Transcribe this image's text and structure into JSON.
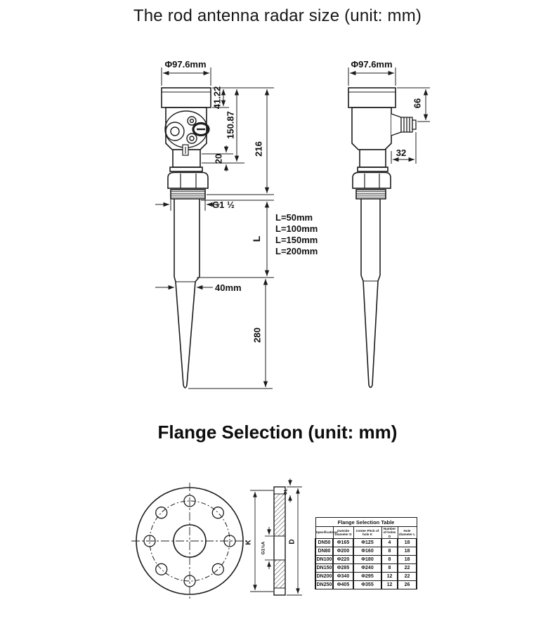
{
  "page": {
    "title": "The rod antenna radar size (unit: mm)",
    "flange_section_title": "Flange Selection (unit: mm)"
  },
  "rod": {
    "left": {
      "dia_top": "Φ97.6mm",
      "dim_cap": "41.22",
      "dim_head": "150.87",
      "dim_total": "216",
      "dim_neck": "20",
      "thread_label": "G1 ½",
      "length_label": "L",
      "length_options": [
        "L=50mm",
        "L=100mm",
        "L=150mm",
        "L=200mm"
      ],
      "rod_dia": "40mm",
      "dim_taper": "280"
    },
    "right": {
      "dia_top": "Φ97.6mm",
      "dim_side": "66",
      "dim_gland": "32"
    }
  },
  "flange": {
    "labels": {
      "bolt_circle": "K",
      "outside_dia": "D",
      "thread": "G1½A",
      "hole_dia": "ΦL"
    },
    "table": {
      "title": "Flange Selection Table",
      "columns": [
        "Specifications",
        "Outside Diameter D",
        "Center Pitch of hole K",
        "Number of holes D",
        "Hole diameter L"
      ],
      "rows": [
        [
          "DN50",
          "Φ165",
          "Φ125",
          "4",
          "18"
        ],
        [
          "DN80",
          "Φ200",
          "Φ160",
          "8",
          "18"
        ],
        [
          "DN100",
          "Φ220",
          "Φ180",
          "8",
          "18"
        ],
        [
          "DN150",
          "Φ285",
          "Φ240",
          "8",
          "22"
        ],
        [
          "DN200",
          "Φ340",
          "Φ295",
          "12",
          "22"
        ],
        [
          "DN250",
          "Φ405",
          "Φ355",
          "12",
          "26"
        ]
      ]
    }
  }
}
